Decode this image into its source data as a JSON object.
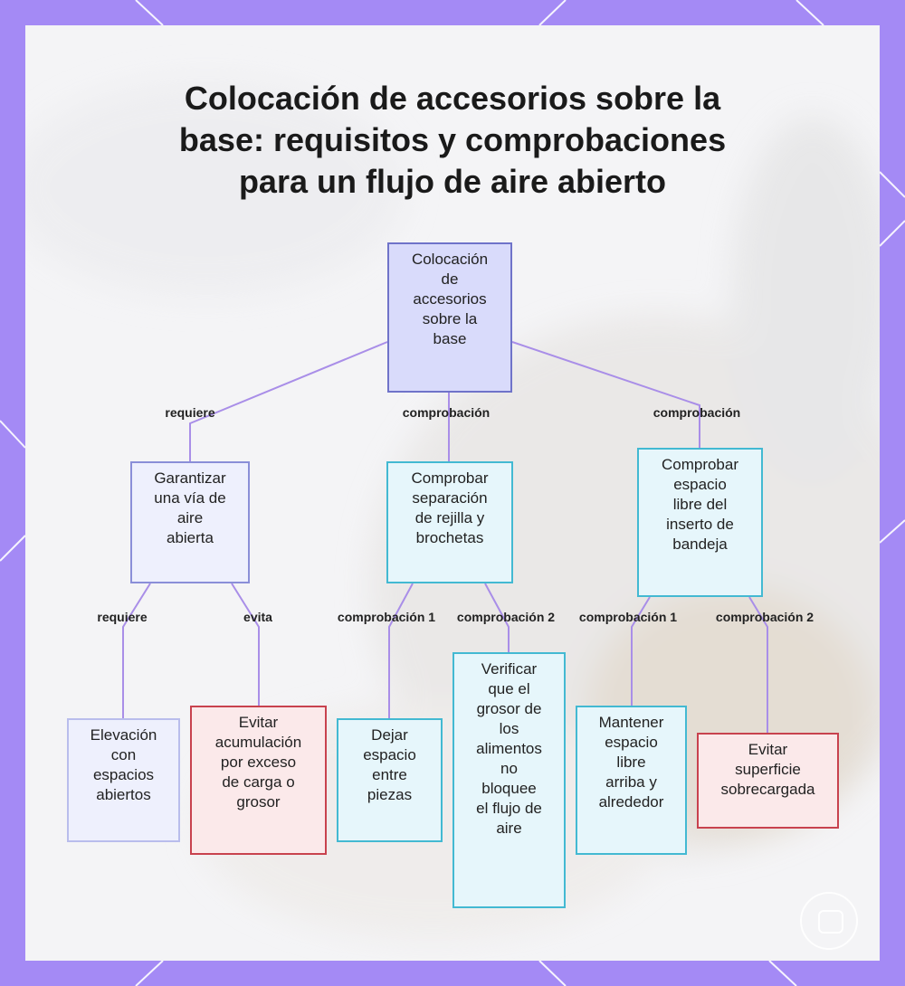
{
  "title": {
    "line1": "Colocación de accesorios sobre la",
    "line2": "base: requisitos y comprobaciones",
    "line3": "para un flujo de aire abierto"
  },
  "nodes": {
    "root": [
      "Colocación",
      "de",
      "accesorios",
      "sobre la",
      "base"
    ],
    "airpath": [
      "Garantizar",
      "una vía de",
      "aire",
      "abierta"
    ],
    "rack": [
      "Comprobar",
      "separación",
      "de rejilla y",
      "brochetas"
    ],
    "tray": [
      "Comprobar",
      "espacio",
      "libre del",
      "inserto de",
      "bandeja"
    ],
    "elevation": [
      "Elevación",
      "con",
      "espacios",
      "abiertos"
    ],
    "overload": [
      "Evitar",
      "acumulación",
      "por exceso",
      "de carga o",
      "grosor"
    ],
    "spacing": [
      "Dejar",
      "espacio",
      "entre",
      "piezas"
    ],
    "thickness": [
      "Verificar",
      "que el",
      "grosor de",
      "los",
      "alimentos",
      "no",
      "bloquee",
      "el flujo de",
      "aire"
    ],
    "clearance": [
      "Mantener",
      "espacio",
      "libre",
      "arriba y",
      "alrededor"
    ],
    "surface": [
      "Evitar",
      "superficie",
      "sobrecargada"
    ]
  },
  "edge_labels": {
    "root_airpath": "requiere",
    "root_rack": "comprobación",
    "root_tray": "comprobación",
    "airpath_elevation": "requiere",
    "airpath_overload": "evita",
    "rack_spacing": "comprobación 1",
    "rack_thickness": "comprobación 2",
    "tray_clearance": "comprobación 1",
    "tray_surface": "comprobación 2"
  },
  "colors": {
    "frame": "#a48af5",
    "edge": "#a98ee8",
    "root_fill": "#d9dbfb",
    "cyan_border": "#43b9d2",
    "red_border": "#c8424e"
  }
}
